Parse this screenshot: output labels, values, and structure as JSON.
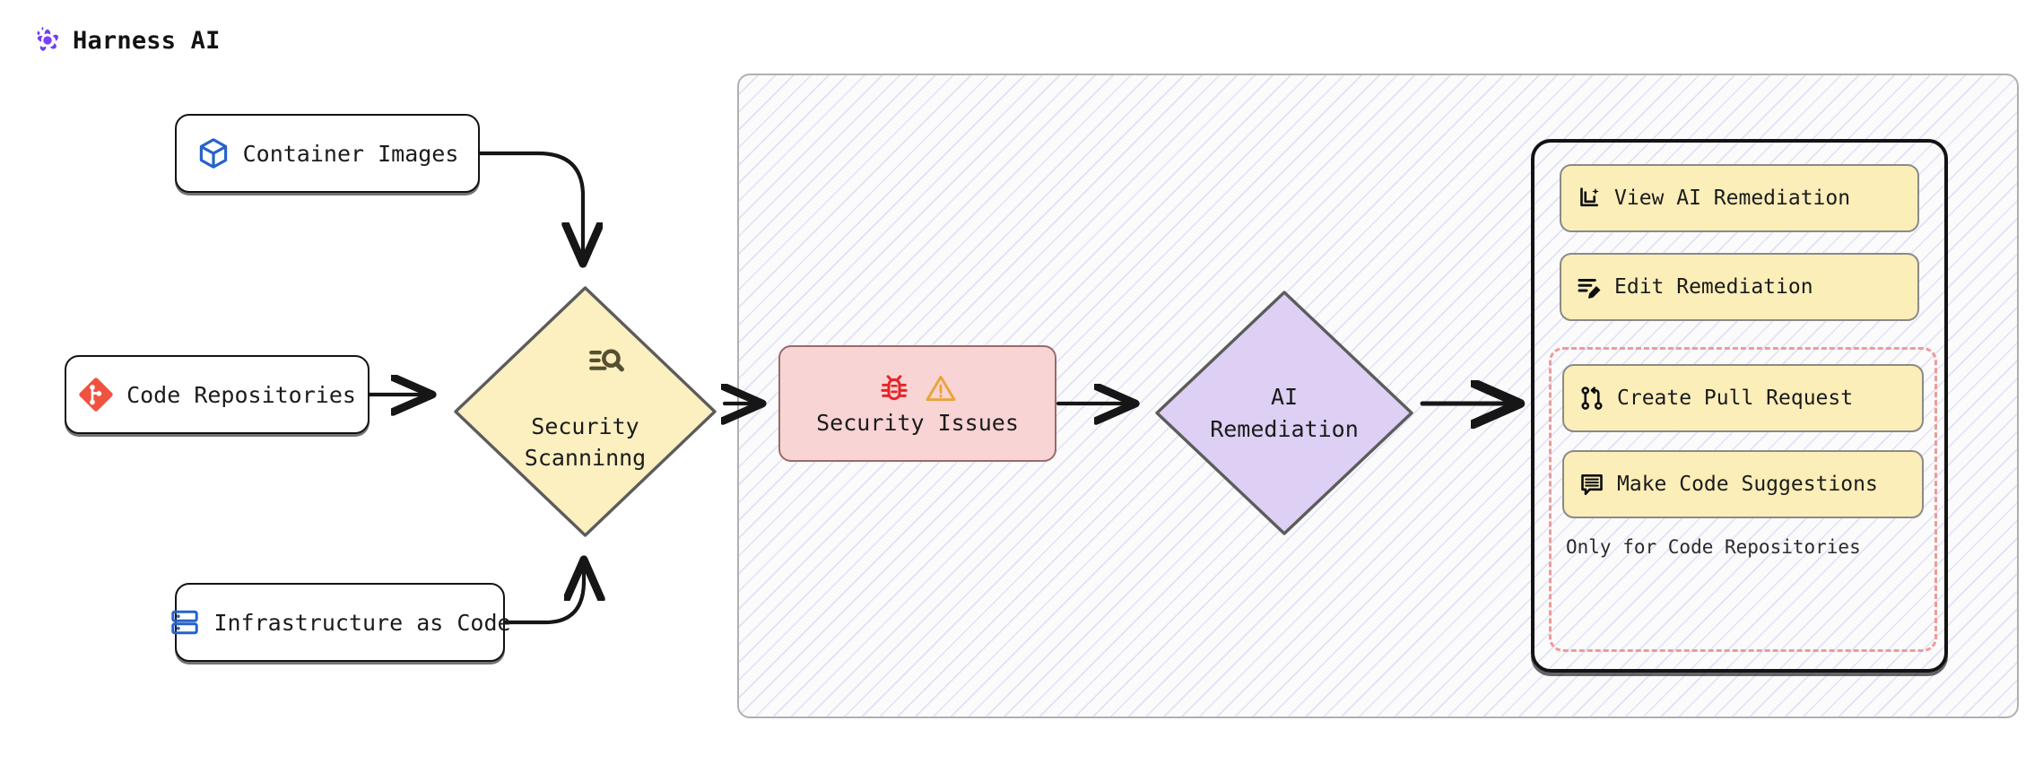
{
  "diagram": {
    "title": "Harness AI security scanning and AI remediation flow"
  },
  "harness": {
    "label": "Harness AI",
    "logo_icon": "harness-pinwheel-icon",
    "panel_fill": "#fbfbfb",
    "panel_stroke": "#b0b0b0",
    "hatch_color": "#9696e6"
  },
  "sources": [
    {
      "id": "container-images",
      "label": "Container Images",
      "icon": "cube-icon",
      "icon_color": "#2563c9"
    },
    {
      "id": "code-repositories",
      "label": "Code Repositories",
      "icon": "git-diamond-icon",
      "icon_color": "#ef5340"
    },
    {
      "id": "infrastructure-as-code",
      "label": "Infrastructure as Code",
      "icon": "server-stack-icon",
      "icon_color": "#2563c9"
    }
  ],
  "security_scanning": {
    "line1": "Security",
    "line2": "Scanninng",
    "icon": "list-search-icon",
    "fill": "#fcefc0",
    "stroke": "#5c5c5c"
  },
  "security_issues": {
    "label": "Security Issues",
    "icons": [
      "bug-icon",
      "warning-triangle-icon"
    ],
    "bug_color": "#e5252a",
    "warning_color": "#eaa33f",
    "fill": "#f9d4d4",
    "stroke": "#9a6b6b"
  },
  "ai_remediation": {
    "line1": "AI",
    "line2": "Remediation",
    "fill": "#ddd0f4",
    "stroke": "#5c5c5c"
  },
  "actions": {
    "items": [
      {
        "id": "view-ai-remediation",
        "label": "View AI Remediation",
        "icon": "ai-sparkle-document-icon"
      },
      {
        "id": "edit-remediation",
        "label": "Edit Remediation",
        "icon": "list-pencil-icon"
      }
    ],
    "code_only_group": {
      "items": [
        {
          "id": "create-pull-request",
          "label": "Create Pull Request",
          "icon": "pull-request-icon"
        },
        {
          "id": "make-code-suggestions",
          "label": "Make Code Suggestions",
          "icon": "comment-lines-icon"
        }
      ],
      "note": "Only for Code Repositories",
      "border_color": "#ef9a9a"
    },
    "button_fill": "#fbeeb9",
    "button_stroke": "#8a8a8a"
  },
  "edges": [
    {
      "from": "container-images",
      "to": "security-scanning"
    },
    {
      "from": "code-repositories",
      "to": "security-scanning"
    },
    {
      "from": "infrastructure-as-code",
      "to": "security-scanning"
    },
    {
      "from": "security-scanning",
      "to": "security-issues"
    },
    {
      "from": "security-issues",
      "to": "ai-remediation"
    },
    {
      "from": "ai-remediation",
      "to": "actions-panel"
    }
  ]
}
